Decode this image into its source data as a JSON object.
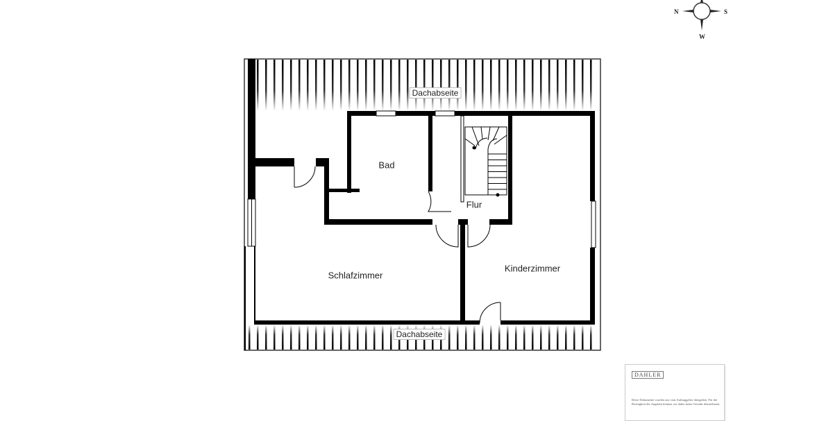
{
  "rooms": {
    "bad": "Bad",
    "flur": "Flur",
    "schlafzimmer": "Schlafzimmer",
    "kinderzimmer": "Kinderzimmer",
    "dachabseite_top": "Dachabseite",
    "dachabseite_bottom": "Dachabseite"
  },
  "compass": {
    "left": "N",
    "right": "S",
    "bottom": "W"
  },
  "info_card": {
    "logo": "DAHLER",
    "disclaimer": "Diese Dokumente wurden uns vom Auftraggeber übergeben. Für die Richtigkeit der Angaben können wir daher keine Gewähr übernehmen."
  },
  "colors": {
    "wall": "#000000",
    "hatch": "#111111"
  }
}
